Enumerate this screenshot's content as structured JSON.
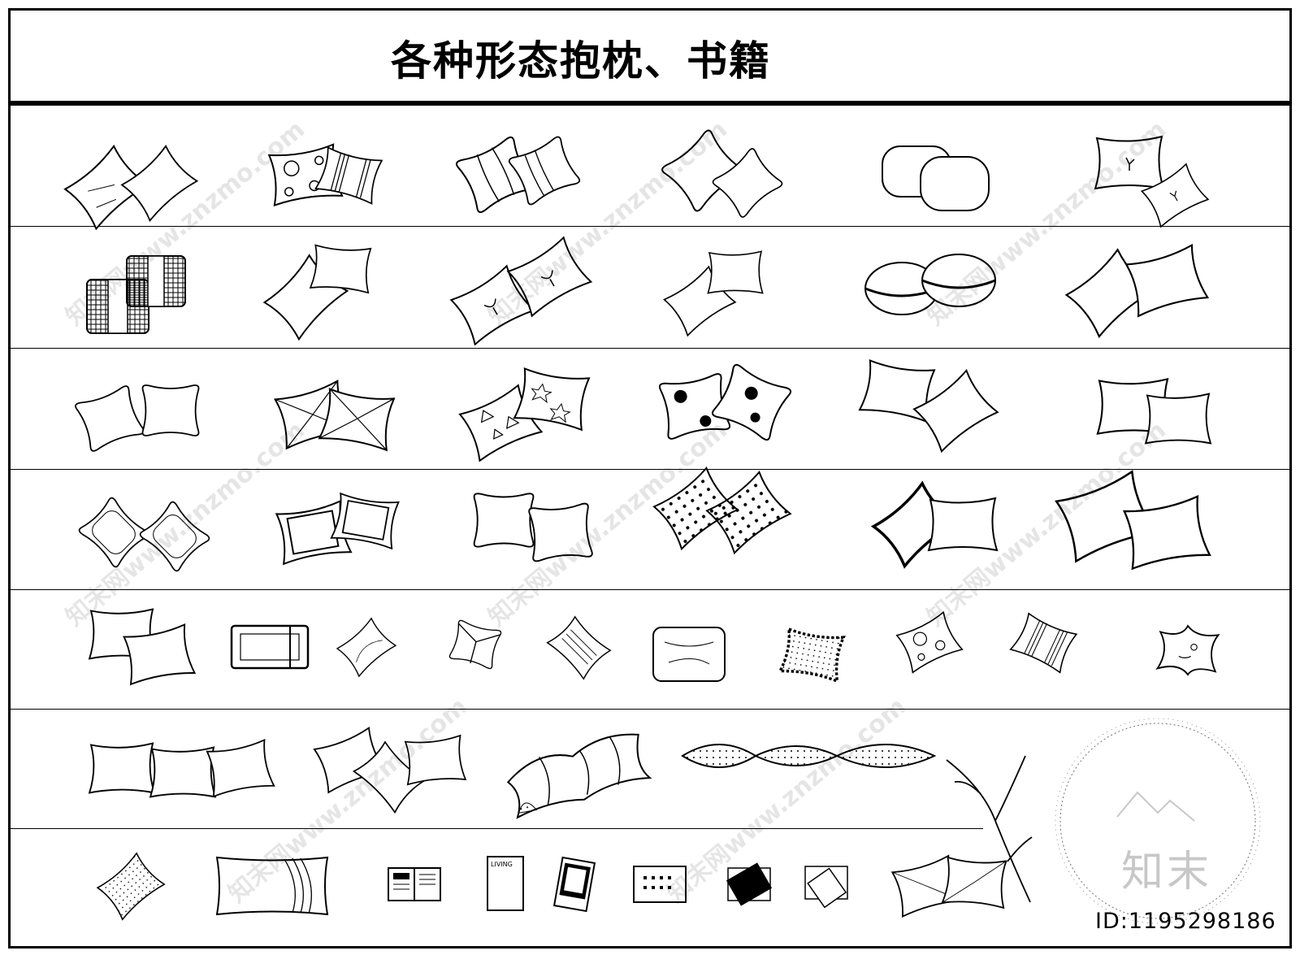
{
  "header": {
    "title": "各种形态抱枕、书籍"
  },
  "watermark": {
    "text": "知末网www.znzmo.com",
    "stamp": "知末",
    "id_label": "ID:1195298186"
  },
  "book_labels": {
    "living": "LIVING"
  },
  "colors": {
    "ink": "#000000",
    "paper": "#ffffff"
  }
}
